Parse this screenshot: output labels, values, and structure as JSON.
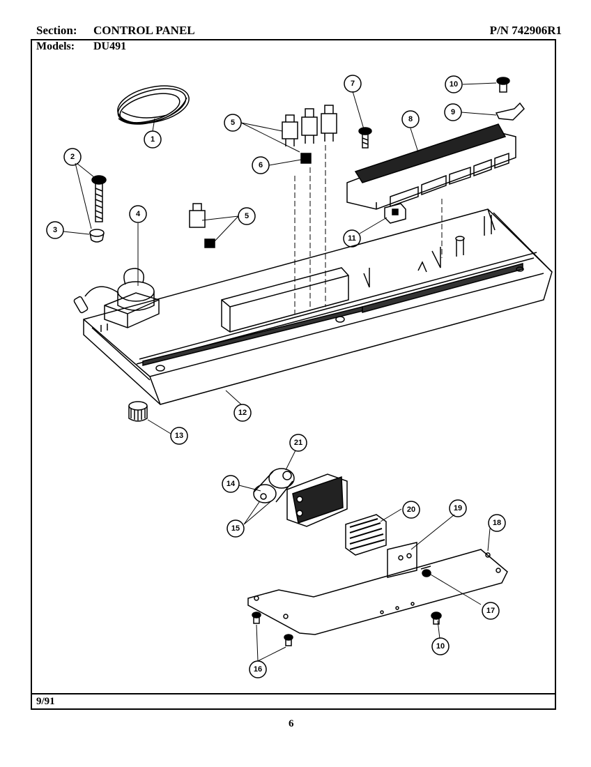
{
  "header": {
    "section_label": "Section:",
    "section_value": "CONTROL PANEL",
    "part_number": "P/N 742906R1",
    "models_label": "Models:",
    "models_value": "DU491"
  },
  "footer": {
    "date": "9/91",
    "page": "6"
  },
  "callouts": [
    "1",
    "2",
    "3",
    "4",
    "5",
    "6",
    "7",
    "8",
    "9",
    "10",
    "11",
    "12",
    "13",
    "14",
    "15",
    "16",
    "17",
    "18",
    "19",
    "20",
    "21"
  ],
  "callout_labels": {
    "c1": "1",
    "c2": "2",
    "c3": "3",
    "c4": "4",
    "c5a": "5",
    "c5b": "5",
    "c6": "6",
    "c7": "7",
    "c8": "8",
    "c9": "9",
    "c10a": "10",
    "c10b": "10",
    "c11": "11",
    "c12": "12",
    "c13": "13",
    "c14": "14",
    "c15": "15",
    "c16": "16",
    "c17": "17",
    "c18": "18",
    "c19": "19",
    "c20": "20",
    "c21": "21"
  }
}
